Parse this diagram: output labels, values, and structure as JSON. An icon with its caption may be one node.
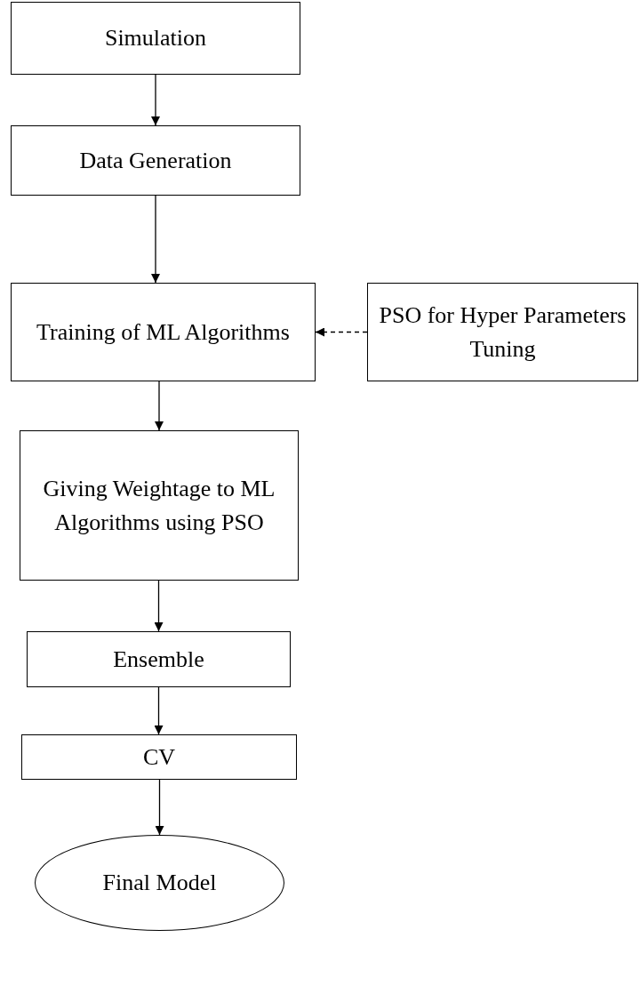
{
  "diagram": {
    "nodes": [
      {
        "text": [
          "Simulation"
        ]
      },
      {
        "text": [
          "Data Generation"
        ]
      },
      {
        "text": [
          "Training of ML Algorithms"
        ]
      },
      {
        "text": [
          "PSO for Hyper Parameters Tuning"
        ]
      },
      {
        "text": [
          "Giving Weightage to ML Algorithms using PSO"
        ]
      },
      {
        "text": [
          "Ensemble"
        ]
      },
      {
        "text": [
          "CV"
        ]
      },
      {
        "text": [
          "Final Model"
        ]
      }
    ],
    "edges": [
      {
        "from": 0,
        "to": 1,
        "arrow": "to"
      },
      {
        "from": 1,
        "to": 2,
        "arrow": "to"
      },
      {
        "from": 3,
        "to": 2,
        "arrow": "to",
        "style": "dashed"
      },
      {
        "from": 2,
        "to": 4,
        "arrow": "to"
      },
      {
        "from": 4,
        "to": 5,
        "arrow": "to"
      },
      {
        "from": 5,
        "to": 6,
        "arrow": "to"
      },
      {
        "from": 6,
        "to": 7,
        "arrow": "to"
      }
    ]
  }
}
